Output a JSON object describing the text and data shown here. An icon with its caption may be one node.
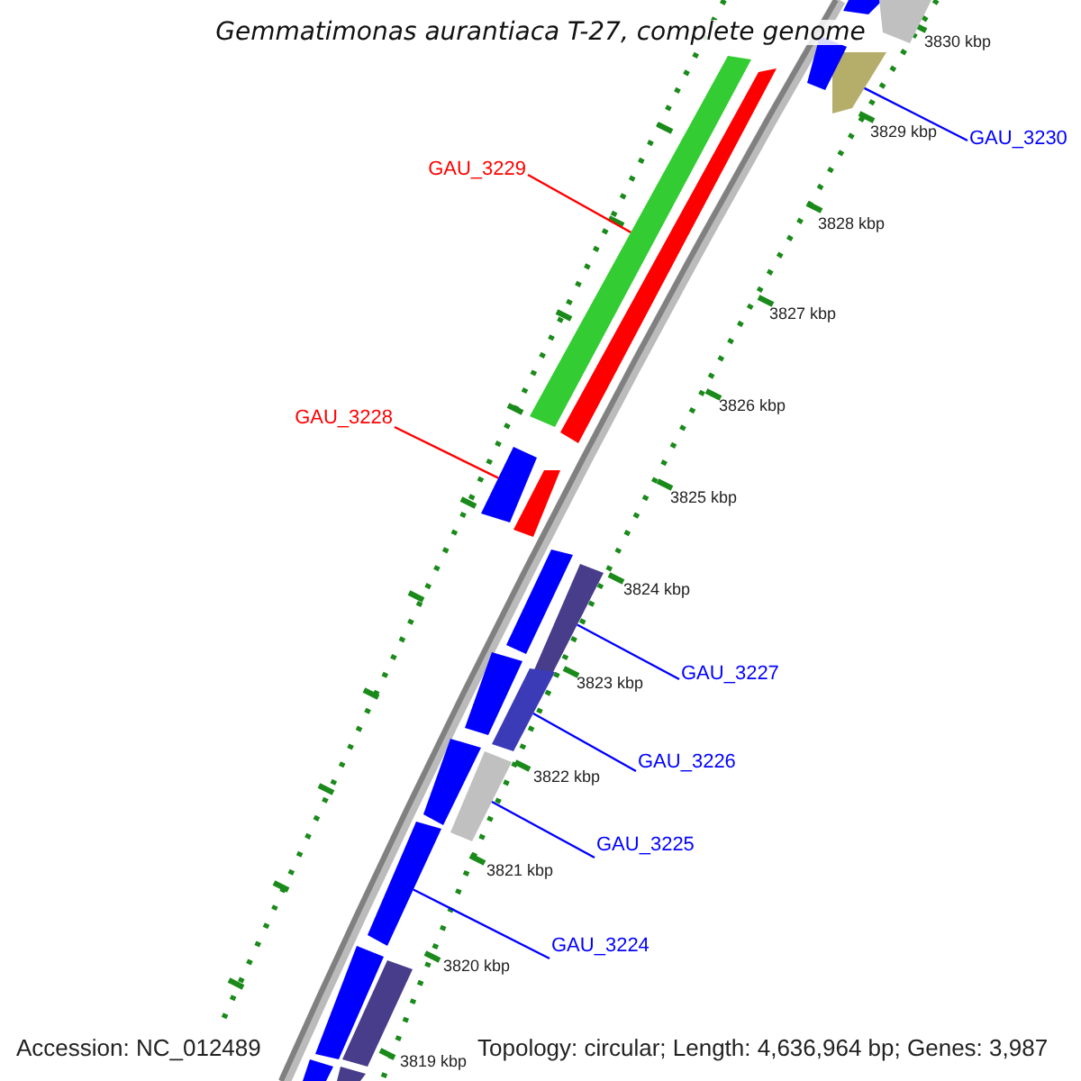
{
  "diagram": {
    "title": "Gemmatimonas aurantiaca T-27, complete genome",
    "nodes": [
      {
        "text": [
          "GAU_3230"
        ]
      },
      {
        "text": [],
        "shape": "bar"
      },
      {
        "text": [
          "GAU_3229"
        ]
      },
      {
        "text": [],
        "shape": "bar"
      },
      {
        "text": [
          "GAU_3228"
        ]
      },
      {
        "text": [],
        "shape": "bar"
      },
      {
        "text": [
          "GAU_3227"
        ]
      },
      {
        "text": [],
        "shape": "bar"
      },
      {
        "text": [
          "GAU_3226"
        ]
      },
      {
        "text": [],
        "shape": "bar"
      },
      {
        "text": [
          "GAU_3225"
        ]
      },
      {
        "text": [],
        "shape": "bar"
      },
      {
        "text": [
          "GAU_3224"
        ]
      },
      {
        "text": [],
        "shape": "bar"
      },
      {
        "text": [],
        "shape": "bar"
      },
      {
        "text": [],
        "shape": "bar"
      },
      {
        "text": [],
        "shape": "bar"
      },
      {
        "text": [],
        "shape": "bar"
      },
      {
        "text": [],
        "shape": "bar"
      },
      {
        "text": [],
        "shape": "bar"
      },
      {
        "text": [],
        "shape": "bar"
      },
      {
        "text": [],
        "shape": "bar"
      },
      {
        "text": [],
        "shape": "bar"
      },
      {
        "text": [],
        "shape": "bar"
      },
      {
        "text": [],
        "shape": "bar"
      },
      {
        "text": [],
        "shape": "bar"
      }
    ],
    "edges": [
      {
        "from": 0,
        "to": 1,
        "arrow": "none"
      },
      {
        "from": 2,
        "to": 3,
        "arrow": "none",
        "color": "#ff0000"
      },
      {
        "from": 4,
        "to": 5,
        "arrow": "none",
        "color": "#ff0000"
      },
      {
        "from": 6,
        "to": 7,
        "arrow": "none"
      },
      {
        "from": 8,
        "to": 9,
        "arrow": "none"
      },
      {
        "from": 10,
        "to": 11,
        "arrow": "none"
      },
      {
        "from": 12,
        "to": 13,
        "arrow": "none"
      }
    ],
    "labels": [
      "3830 kbp",
      "3829 kbp",
      "3828 kbp",
      "3827 kbp",
      "3826 kbp",
      "3825 kbp",
      "3824 kbp",
      "3823 kbp",
      "3822 kbp",
      "3821 kbp",
      "3820 kbp",
      "Accession: NC_012489",
      "3819 kbp",
      "Topology: circular; Length: 4,636,964 bp; Genes: 3,987"
    ]
  }
}
